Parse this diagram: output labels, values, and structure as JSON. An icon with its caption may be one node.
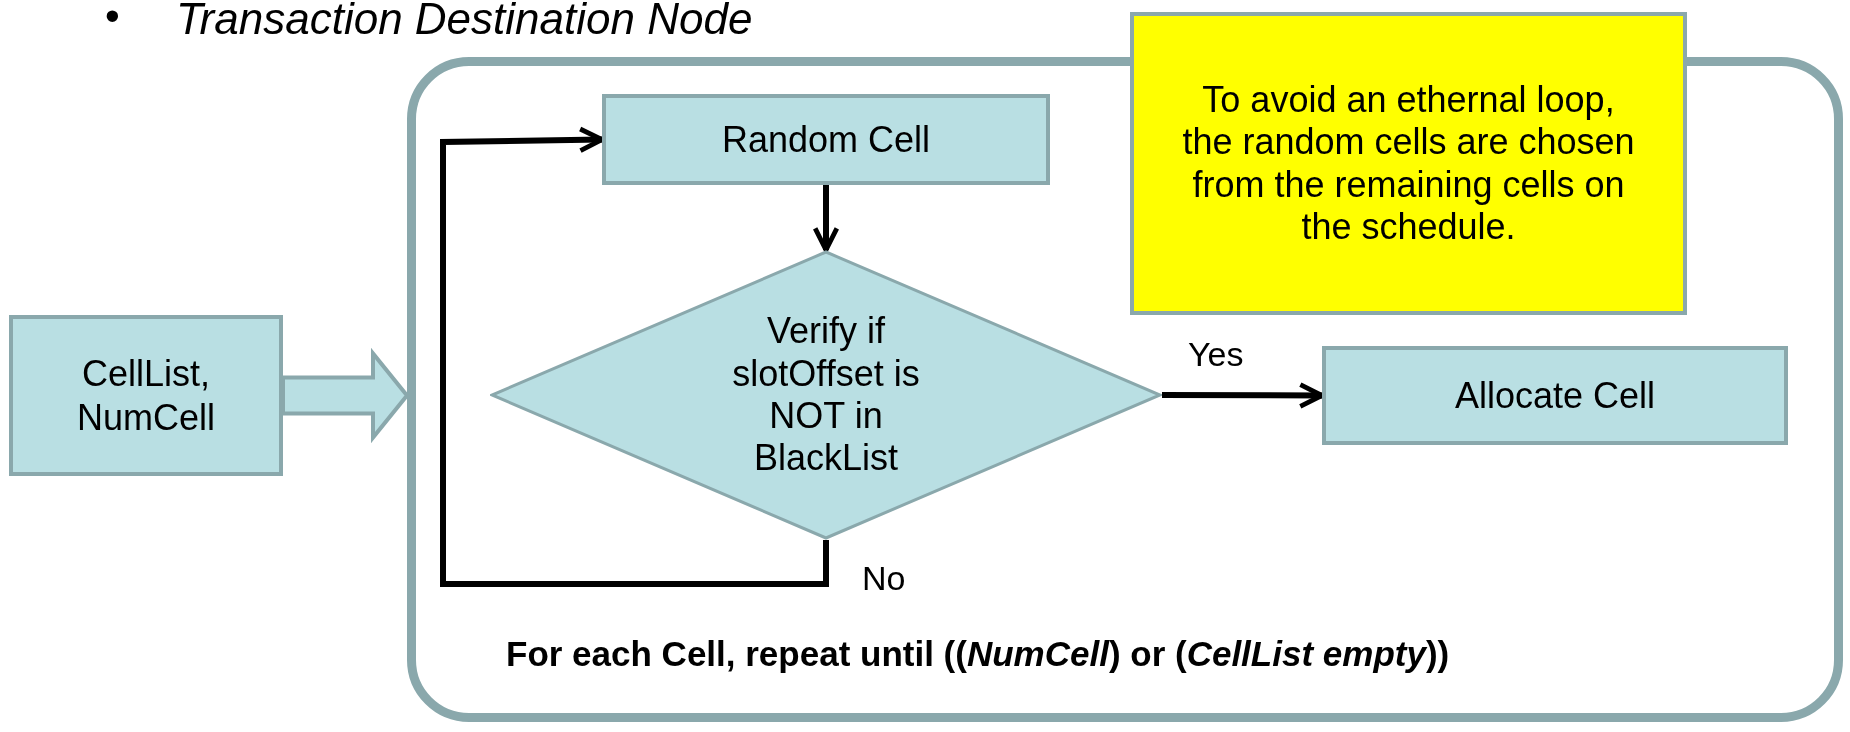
{
  "diagram": {
    "title": "Transaction Destination Node",
    "nodes": [
      {
        "text": [
          "CellList, NumCell"
        ]
      },
      {
        "text": [
          "For each Cell, repeat until ((*NumCell*) or (*CellList empty*))"
        ]
      },
      {
        "text": [
          "Random Cell"
        ],
        "in": 1
      },
      {
        "text": [
          "Verify if slotOffset is NOT in BlackList"
        ],
        "in": 1
      },
      {
        "text": [
          "Allocate Cell"
        ],
        "in": 1
      },
      {
        "text": [
          "To avoid an ethernal loop, the random cells are chosen from the remaining cells on the schedule."
        ]
      }
    ],
    "edges": [
      {
        "from": 0,
        "to": 1,
        "arrow": "to",
        "style": "thick",
        "color": "#b9dfe3"
      },
      {
        "from": 2,
        "to": 3,
        "arrow": "to"
      },
      {
        "from": 3,
        "to": 4,
        "arrow": "to",
        "label": "Yes"
      },
      {
        "from": 3,
        "to": 2,
        "arrow": "to",
        "label": "No"
      }
    ],
    "labels": [
      "•"
    ]
  }
}
